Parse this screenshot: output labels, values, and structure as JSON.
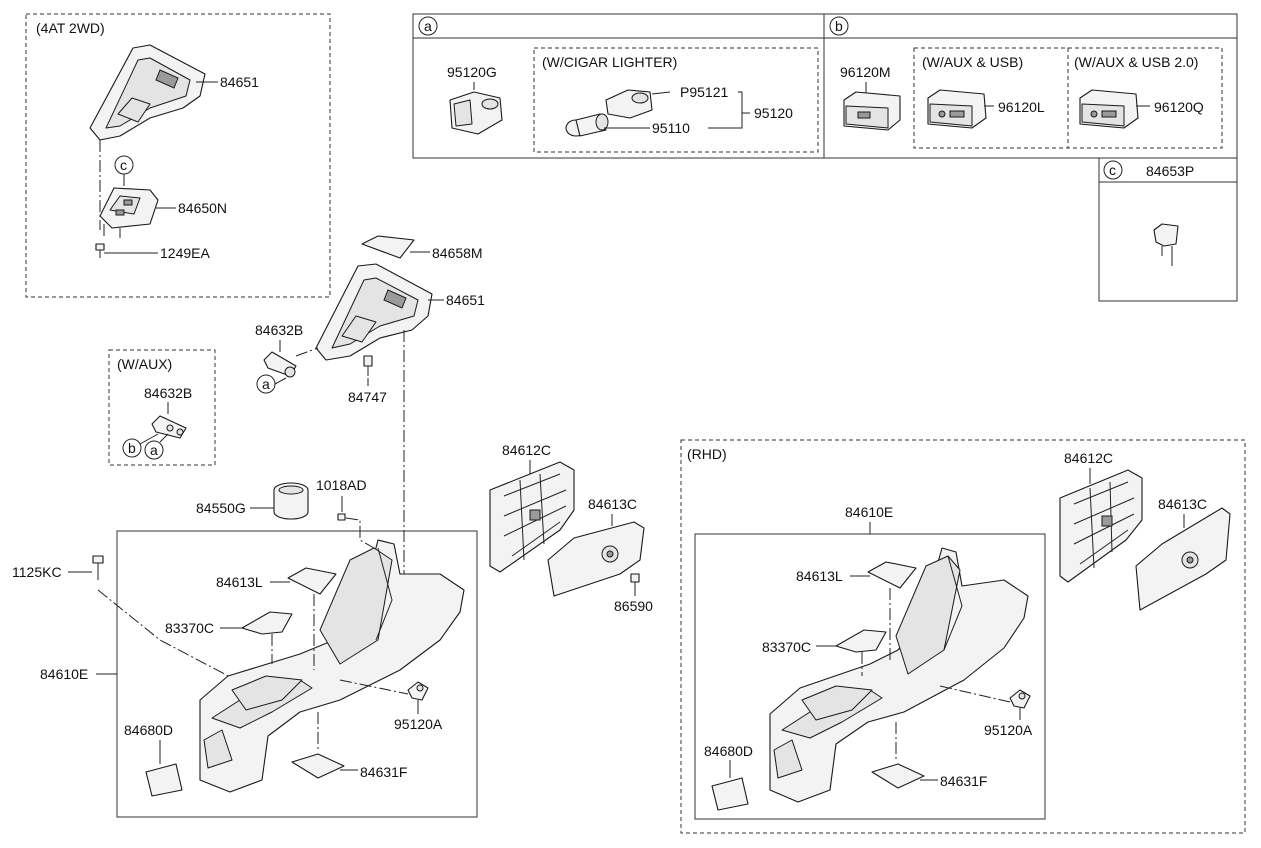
{
  "sections": {
    "top_left": "(4AT 2WD)",
    "w_aux": "(W/AUX)",
    "rhd": "(RHD)",
    "cigar": "(W/CIGAR LIGHTER)",
    "aux_usb": "(W/AUX & USB)",
    "aux_usb2": "(W/AUX & USB 2.0)"
  },
  "callouts": {
    "a": "a",
    "b": "b",
    "c": "c"
  },
  "parts": {
    "p84651": "84651",
    "p84650N": "84650N",
    "p1249EA": "1249EA",
    "p84658M": "84658M",
    "p84632B": "84632B",
    "p84747": "84747",
    "p84612C": "84612C",
    "p84613C": "84613C",
    "p86590": "86590",
    "p84550G": "84550G",
    "p1018AD": "1018AD",
    "p1125KC": "1125KC",
    "p84613L": "84613L",
    "p83370C": "83370C",
    "p84610E": "84610E",
    "p84680D": "84680D",
    "p95120A": "95120A",
    "p84631F": "84631F",
    "p95120G": "95120G",
    "pP95121": "P95121",
    "p95120": "95120",
    "p95110": "95110",
    "p96120M": "96120M",
    "p96120L": "96120L",
    "p96120Q": "96120Q",
    "p84653P": "84653P"
  }
}
